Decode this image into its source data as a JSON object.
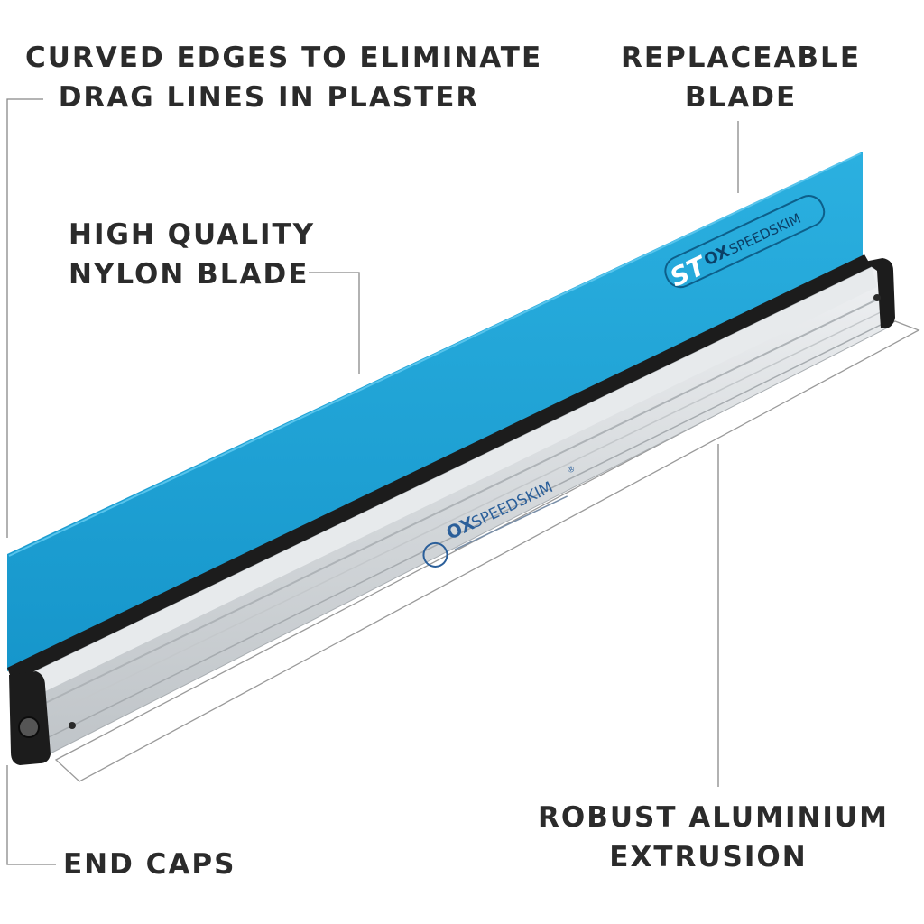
{
  "callouts": {
    "curved_edges": {
      "line1": "CURVED EDGES TO ELIMINATE",
      "line2": "DRAG LINES IN PLASTER"
    },
    "replaceable_blade": {
      "line1": "REPLACEABLE",
      "line2": "BLADE"
    },
    "nylon_blade": {
      "line1": "HIGH QUALITY",
      "line2": "NYLON BLADE"
    },
    "extrusion": {
      "line1": "ROBUST ALUMINIUM",
      "line2": "EXTRUSION"
    },
    "end_caps": {
      "line1": "END CAPS"
    }
  },
  "product": {
    "blade_brand_badge": "ST",
    "blade_brand": "OX",
    "blade_model": "SPEEDSKIM",
    "body_brand": "OX",
    "body_model": "SPEEDSKIM",
    "trademark": "®"
  },
  "colors": {
    "blade": "#1fa3d6",
    "blade_dark": "#127fb0",
    "aluminium": "#d6dadd",
    "aluminium_shadow": "#b8bdc1",
    "end_cap": "#1c1c1c",
    "text": "#2b2b2b",
    "leader_line": "#888888"
  }
}
